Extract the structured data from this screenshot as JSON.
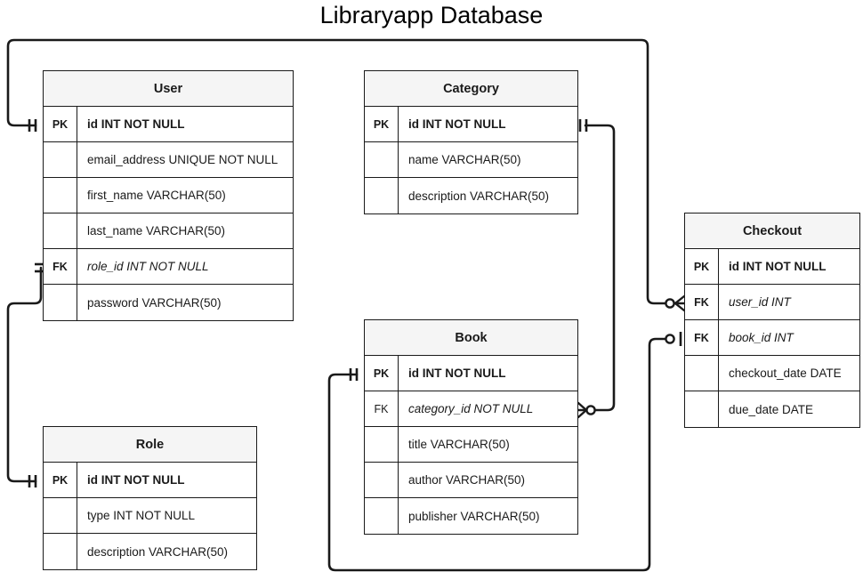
{
  "diagram": {
    "title": "Libraryapp Database",
    "type": "entity-relationship-diagram",
    "colors": {
      "header_fill": "#f5f5f5",
      "border": "#1a1a1a",
      "background": "#ffffff",
      "text": "#1a1a1a"
    }
  },
  "entities": [
    {
      "name": "User",
      "rows": [
        {
          "key": "PK",
          "attribute": "id INT NOT NULL"
        },
        {
          "key": "",
          "attribute": "email_address UNIQUE NOT NULL"
        },
        {
          "key": "",
          "attribute": "first_name VARCHAR(50)"
        },
        {
          "key": "",
          "attribute": "last_name VARCHAR(50)"
        },
        {
          "key": "FK",
          "attribute": "role_id  INT NOT NULL"
        },
        {
          "key": "",
          "attribute": "password VARCHAR(50)"
        }
      ]
    },
    {
      "name": "Category",
      "rows": [
        {
          "key": "PK",
          "attribute": "id INT NOT NULL"
        },
        {
          "key": "",
          "attribute": "name VARCHAR(50)"
        },
        {
          "key": "",
          "attribute": "description VARCHAR(50)"
        }
      ]
    },
    {
      "name": "Checkout",
      "rows": [
        {
          "key": "PK",
          "attribute": "id INT NOT NULL"
        },
        {
          "key": "FK",
          "attribute": "user_id INT"
        },
        {
          "key": "FK",
          "attribute": "book_id INT"
        },
        {
          "key": "",
          "attribute": "checkout_date DATE"
        },
        {
          "key": "",
          "attribute": "due_date DATE"
        }
      ]
    },
    {
      "name": "Book",
      "rows": [
        {
          "key": "PK",
          "attribute": "id INT NOT NULL"
        },
        {
          "key": "FK",
          "attribute": "category_id NOT NULL"
        },
        {
          "key": "",
          "attribute": "title VARCHAR(50)"
        },
        {
          "key": "",
          "attribute": "author VARCHAR(50)"
        },
        {
          "key": "",
          "attribute": "publisher VARCHAR(50)"
        }
      ]
    },
    {
      "name": "Role",
      "rows": [
        {
          "key": "PK",
          "attribute": "id INT NOT NULL"
        },
        {
          "key": "",
          "attribute": "type INT NOT NULL"
        },
        {
          "key": "",
          "attribute": "description VARCHAR(50)"
        }
      ]
    }
  ],
  "relationships": [
    {
      "from": "User.id",
      "to": "Checkout.user_id",
      "from_cardinality": "one-and-only-one",
      "to_cardinality": "zero-or-many"
    },
    {
      "from": "Category.id",
      "to": "Book.category_id",
      "from_cardinality": "one-and-only-one",
      "to_cardinality": "zero-or-many"
    },
    {
      "from": "Book.id",
      "to": "Checkout.book_id",
      "from_cardinality": "one-and-only-one",
      "to_cardinality": "zero-or-one"
    },
    {
      "from": "User.role_id",
      "to": "Role.id",
      "from_cardinality": "one-and-only-one",
      "to_cardinality": "one-and-only-one"
    }
  ]
}
